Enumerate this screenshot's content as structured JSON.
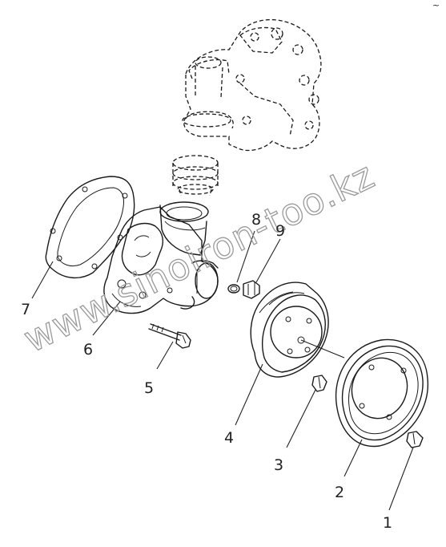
{
  "watermark": "www.sinoiron-too.kz",
  "corner_mark": "~",
  "callouts": {
    "c1": "1",
    "c2": "2",
    "c3": "3",
    "c4": "4",
    "c5": "5",
    "c6": "6",
    "c7": "7",
    "c8": "8",
    "c9": "9"
  }
}
